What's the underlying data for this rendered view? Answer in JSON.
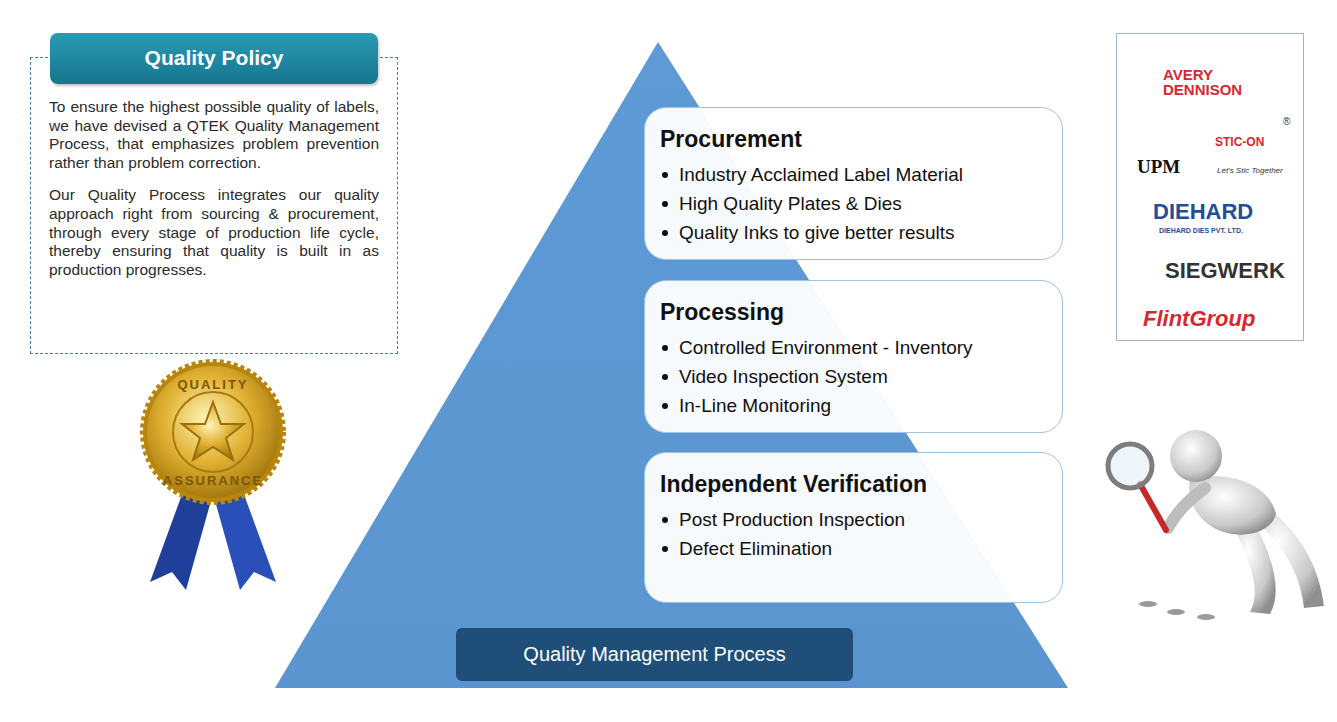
{
  "diagram": {
    "nodes": [
      {
        "text": [
          "To ensure the highest possible quality of labels, we have devised a QTEK Quality Management Process, that emphasizes problem prevention rather than problem correction.",
          "Our Quality Process integrates our quality approach right from sourcing & procurement, through every stage of production life cycle, thereby ensuring that quality is built in as production progresses."
        ]
      },
      {
        "text": [
          "Quality Policy"
        ],
        "in": 0
      },
      {
        "text": [
          "Procurement",
          "Industry Acclaimed Label Material",
          "High Quality Plates & Dies",
          "Quality Inks to give better results"
        ]
      },
      {
        "text": [
          "Processing",
          "Controlled Environment - Inventory",
          "Video Inspection System",
          "In-Line Monitoring"
        ]
      },
      {
        "text": [
          "Independent Verification",
          "Post Production Inspection",
          "Defect Elimination"
        ]
      },
      {
        "text": [
          "Quality Management Process"
        ]
      },
      {
        "text": [
          "AVERY DENNISON",
          "UPM",
          "STIC-ON",
          "®",
          "Let's Stic Together",
          "DIEHARD",
          "DIEHARD DIES PVT. LTD.",
          "SIEGWERK",
          "FlintGroup"
        ]
      }
    ],
    "labels": [
      "QUALITY",
      "ASSURANCE"
    ]
  }
}
